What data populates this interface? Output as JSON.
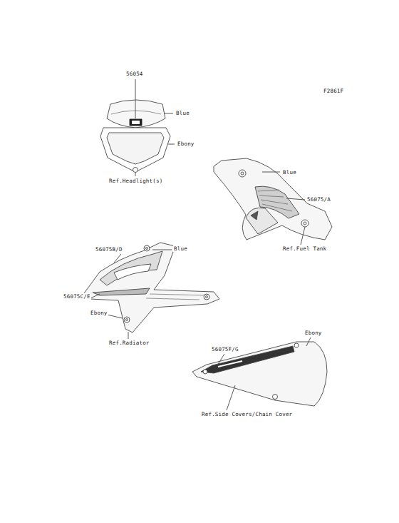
{
  "diagram": {
    "labels": [
      "F2861F",
      "56054",
      "Blue",
      "Ebony",
      "Ref.Headlight(s)",
      "Blue",
      "56075/A",
      "Ref.Fuel Tank",
      "56075B/D",
      "Blue",
      "56075C/E",
      "Ebony",
      "Ref.Radiator",
      "Ebony",
      "56075F/G",
      "Ref.Side Covers/Chain Cover"
    ]
  }
}
